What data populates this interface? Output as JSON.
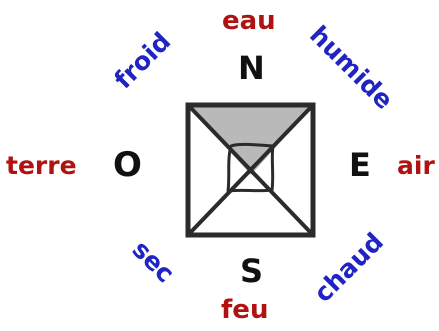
{
  "compass": {
    "north": "N",
    "south": "S",
    "east": "E",
    "west": "O"
  },
  "elements": {
    "top": "eau",
    "bottom": "feu",
    "left": "terre",
    "right": "air"
  },
  "qualities": {
    "top_left": "froid",
    "top_right": "humide",
    "bottom_left": "sec",
    "bottom_right": "chaud"
  },
  "colors": {
    "elements": "#b01212",
    "qualities": "#1f24c2",
    "compass": "#111111",
    "shaded_triangle": "#b9b9b9"
  }
}
